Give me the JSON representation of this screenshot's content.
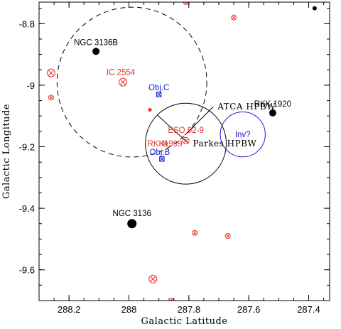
{
  "chart_data": {
    "type": "scatter",
    "xlabel": "Galactic Latitude",
    "ylabel": "Galactic Longitude",
    "xlim": [
      288.3,
      287.33
    ],
    "ylim": [
      -9.7,
      -8.73
    ],
    "xticks": [
      288.2,
      288,
      287.8,
      287.6,
      287.4
    ],
    "xtick_labels": [
      "288.2",
      "288",
      "287.8",
      "287.6",
      "287.4"
    ],
    "yticks": [
      -8.8,
      -9,
      -9.2,
      -9.4,
      -9.6
    ],
    "ytick_labels": [
      "-8.8",
      "-9",
      "-9.2",
      "-9.4",
      "-9.6"
    ],
    "colors": {
      "black": "#000000",
      "red": "#e8302b",
      "blue": "#1a1ad8"
    },
    "black_points": [
      {
        "label": "NGC 3136B",
        "x": 288.11,
        "y": -8.89,
        "size": "medium"
      },
      {
        "label": "RKK 1920",
        "x": 287.52,
        "y": -9.09,
        "size": "medium"
      },
      {
        "label": "NGC 3136",
        "x": 287.99,
        "y": -9.45,
        "size": "large"
      },
      {
        "label": "",
        "x": 287.38,
        "y": -8.75,
        "size": "small"
      }
    ],
    "red_points": [
      {
        "label": "IC 2554",
        "x": 288.02,
        "y": -8.99,
        "size": "medium"
      },
      {
        "label": "ESO 92-9",
        "x": 287.81,
        "y": -9.18,
        "size": "small"
      },
      {
        "label": "RKK1999",
        "x": 287.88,
        "y": -9.19,
        "size": "tiny"
      },
      {
        "label": "",
        "x": 288.26,
        "y": -8.96,
        "size": "medium"
      },
      {
        "label": "",
        "x": 288.26,
        "y": -9.04,
        "size": "tiny"
      },
      {
        "label": "",
        "x": 287.81,
        "y": -8.73,
        "size": "tiny"
      },
      {
        "label": "",
        "x": 287.65,
        "y": -8.78,
        "size": "tiny"
      },
      {
        "label": "",
        "x": 287.93,
        "y": -9.08,
        "size": "dot"
      },
      {
        "label": "",
        "x": 287.78,
        "y": -9.48,
        "size": "tiny"
      },
      {
        "label": "",
        "x": 287.67,
        "y": -9.49,
        "size": "tiny"
      },
      {
        "label": "",
        "x": 287.92,
        "y": -9.63,
        "size": "medium"
      },
      {
        "label": "",
        "x": 287.86,
        "y": -9.7,
        "size": "tiny"
      }
    ],
    "blue_points": [
      {
        "label": "Obj.C",
        "x": 287.9,
        "y": -9.03
      },
      {
        "label": "Obj.B",
        "x": 287.89,
        "y": -9.24
      }
    ],
    "circles": [
      {
        "label": "Inv?",
        "color": "blue",
        "style": "solid",
        "cx": 287.62,
        "cy": -9.16,
        "r": 0.075
      },
      {
        "label": "Parkes HPBW",
        "color": "black",
        "style": "solid",
        "cx": 287.81,
        "cy": -9.19,
        "r": 0.135
      },
      {
        "label": "ATCA HPBW",
        "color": "black",
        "style": "dashed",
        "cx": 287.99,
        "cy": -8.99,
        "r": 0.25
      }
    ]
  }
}
